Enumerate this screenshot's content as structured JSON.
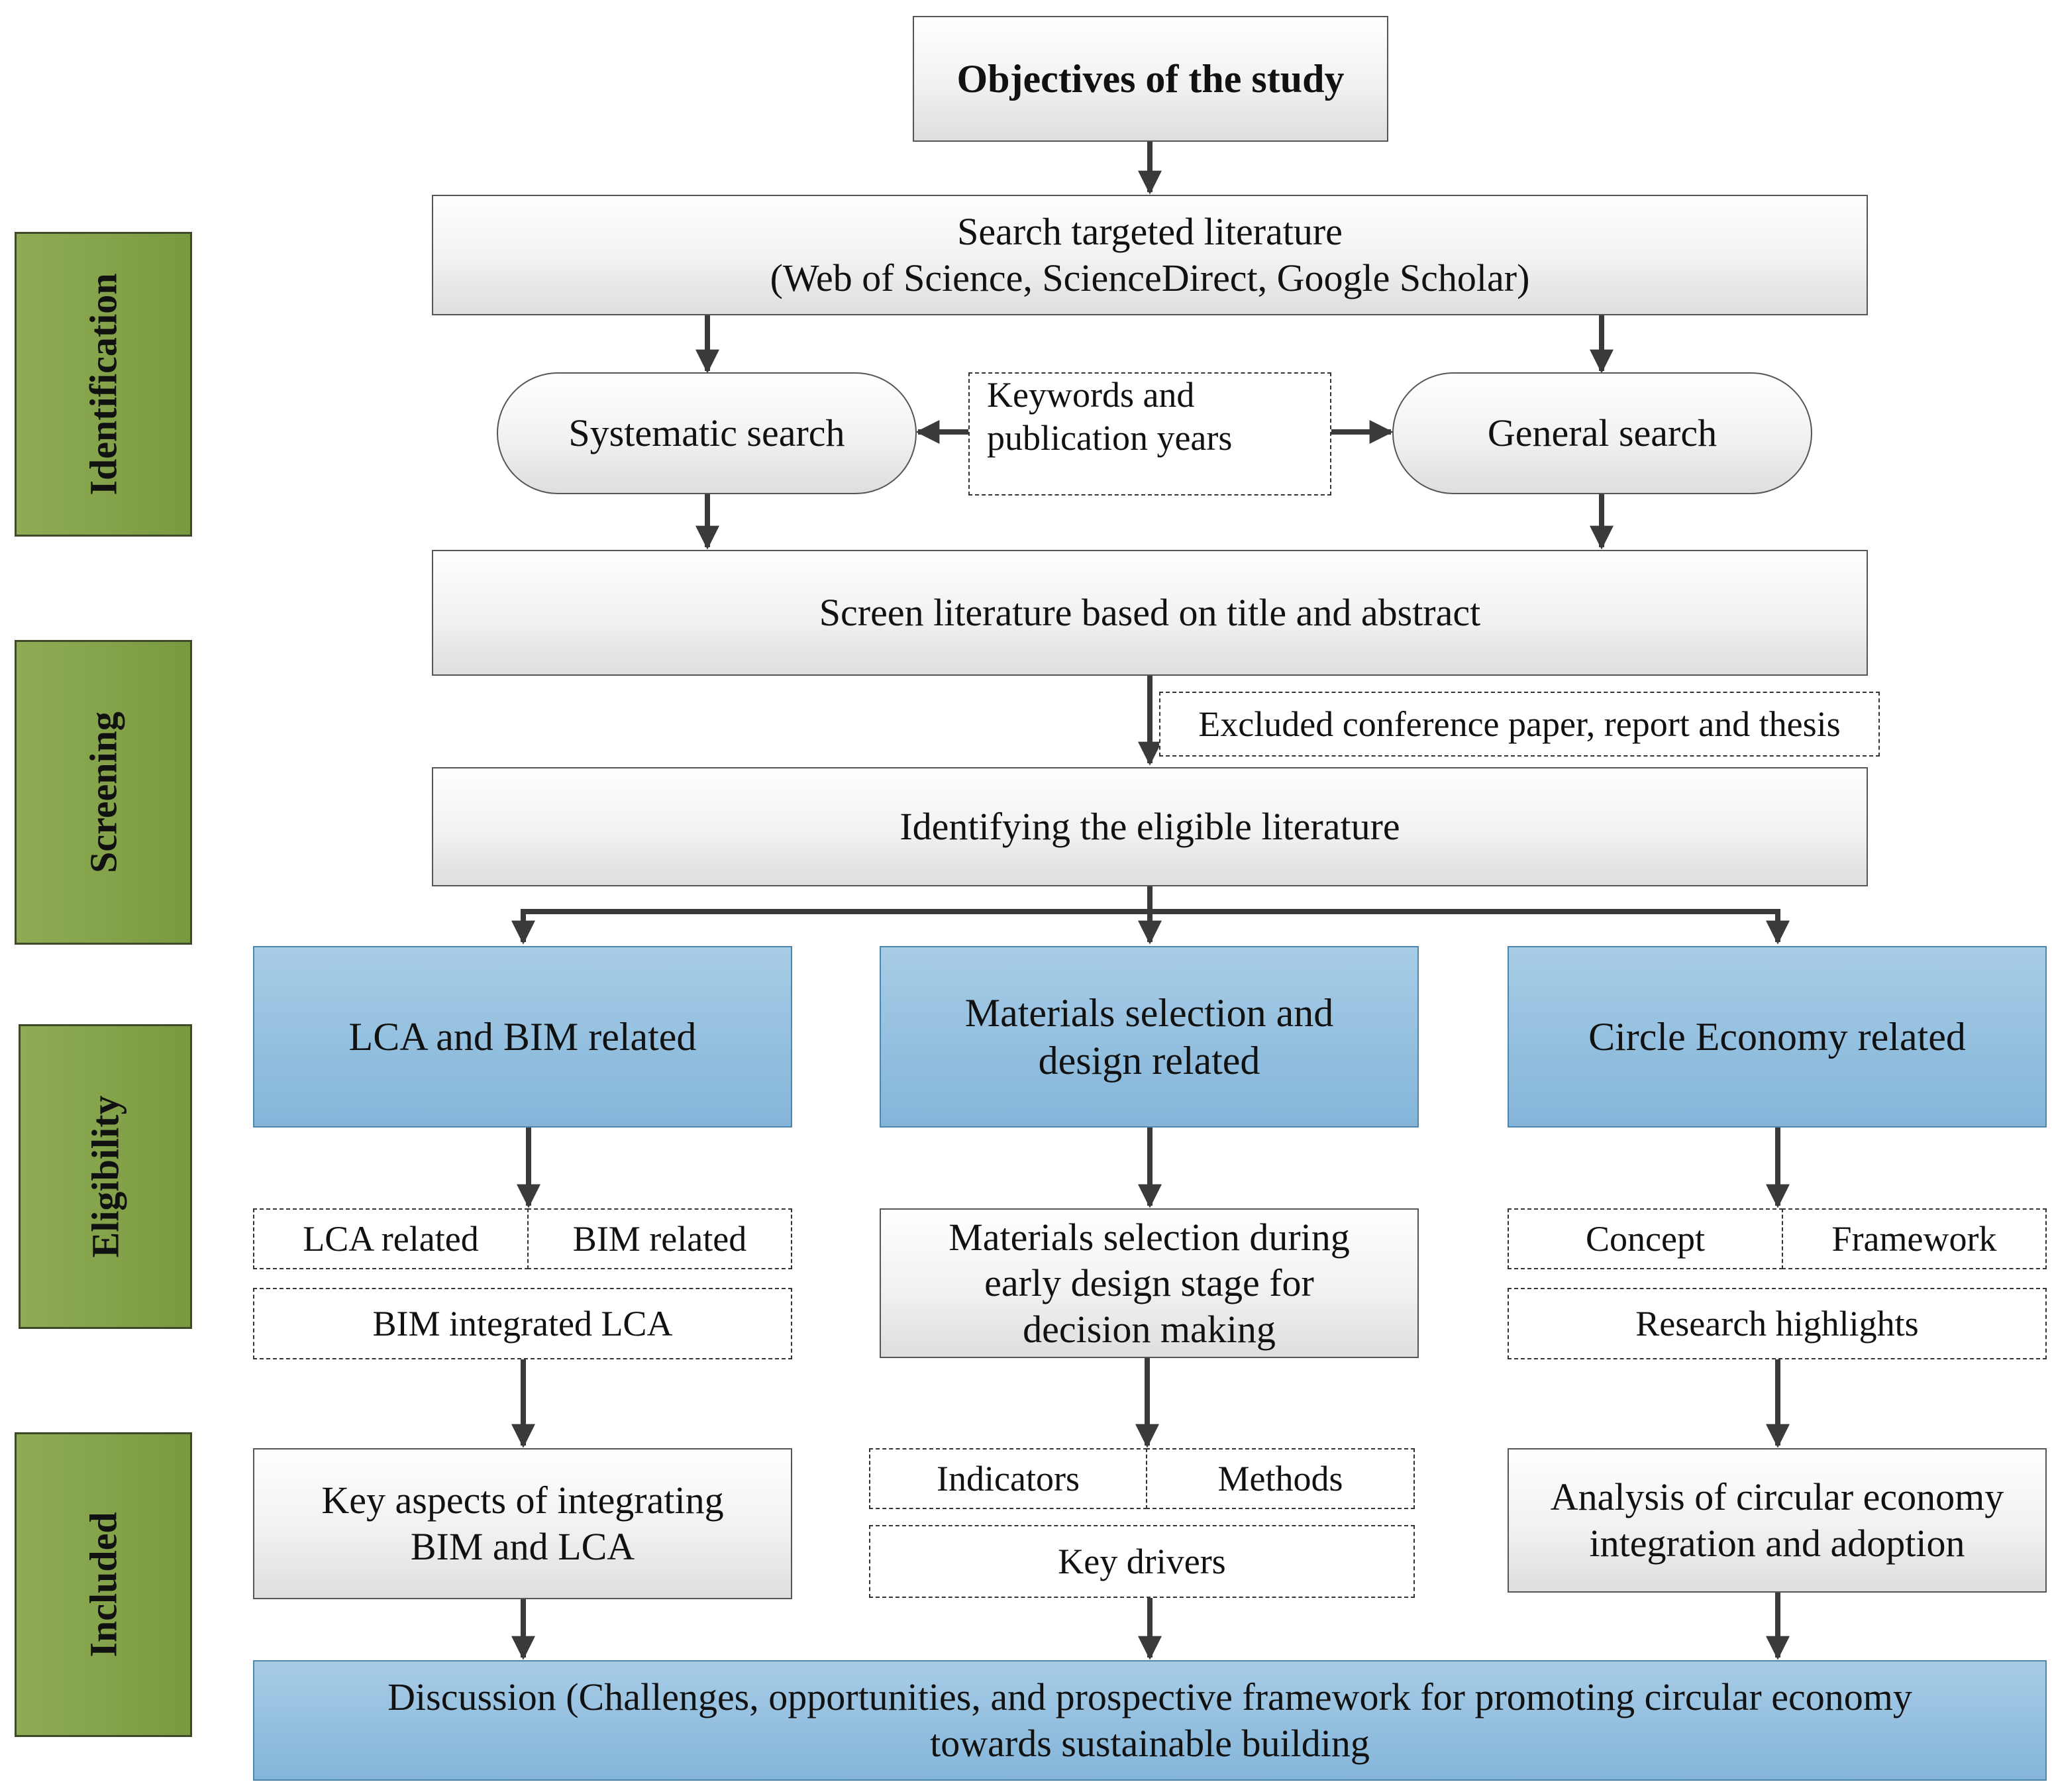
{
  "stages": [
    {
      "label": "Identification"
    },
    {
      "label": "Screening"
    },
    {
      "label": "Eligibility"
    },
    {
      "label": "Included"
    }
  ],
  "objectives": "Objectives of the study",
  "search": {
    "line1": "Search targeted literature",
    "line2": "(Web of Science, ScienceDirect, Google Scholar)"
  },
  "systematic_search": "Systematic search",
  "general_search": "General search",
  "keywords": {
    "line1": "Keywords and",
    "line2": "publication years"
  },
  "screen": "Screen literature based on title and abstract",
  "excluded": "Excluded conference paper, report and thesis",
  "eligible": "Identifying the eligible literature",
  "categories": {
    "lca_bim": "LCA and BIM related",
    "materials": {
      "line1": "Materials selection and",
      "line2": "design related"
    },
    "circular": "Circle Economy related"
  },
  "lca_col": {
    "lca_related": "LCA related",
    "bim_related": "BIM related",
    "bim_integrated": "BIM integrated LCA",
    "key_aspects": {
      "line1": "Key aspects of integrating",
      "line2": "BIM and LCA"
    }
  },
  "materials_col": {
    "selection": {
      "line1": "Materials selection during",
      "line2": "early design stage for",
      "line3": "decision making"
    },
    "indicators": "Indicators",
    "methods": "Methods",
    "key_drivers": "Key drivers"
  },
  "circular_col": {
    "concept": "Concept",
    "framework": "Framework",
    "highlights": "Research highlights",
    "analysis": {
      "line1": "Analysis of circular economy",
      "line2": "integration and adoption"
    }
  },
  "discussion": {
    "line1": "Discussion (Challenges, opportunities, and prospective framework for promoting circular economy",
    "line2": "towards sustainable building"
  },
  "colors": {
    "stage_green": "#7f9f46",
    "category_blue": "#8dbbdd",
    "arrow": "#3a3a3a"
  }
}
